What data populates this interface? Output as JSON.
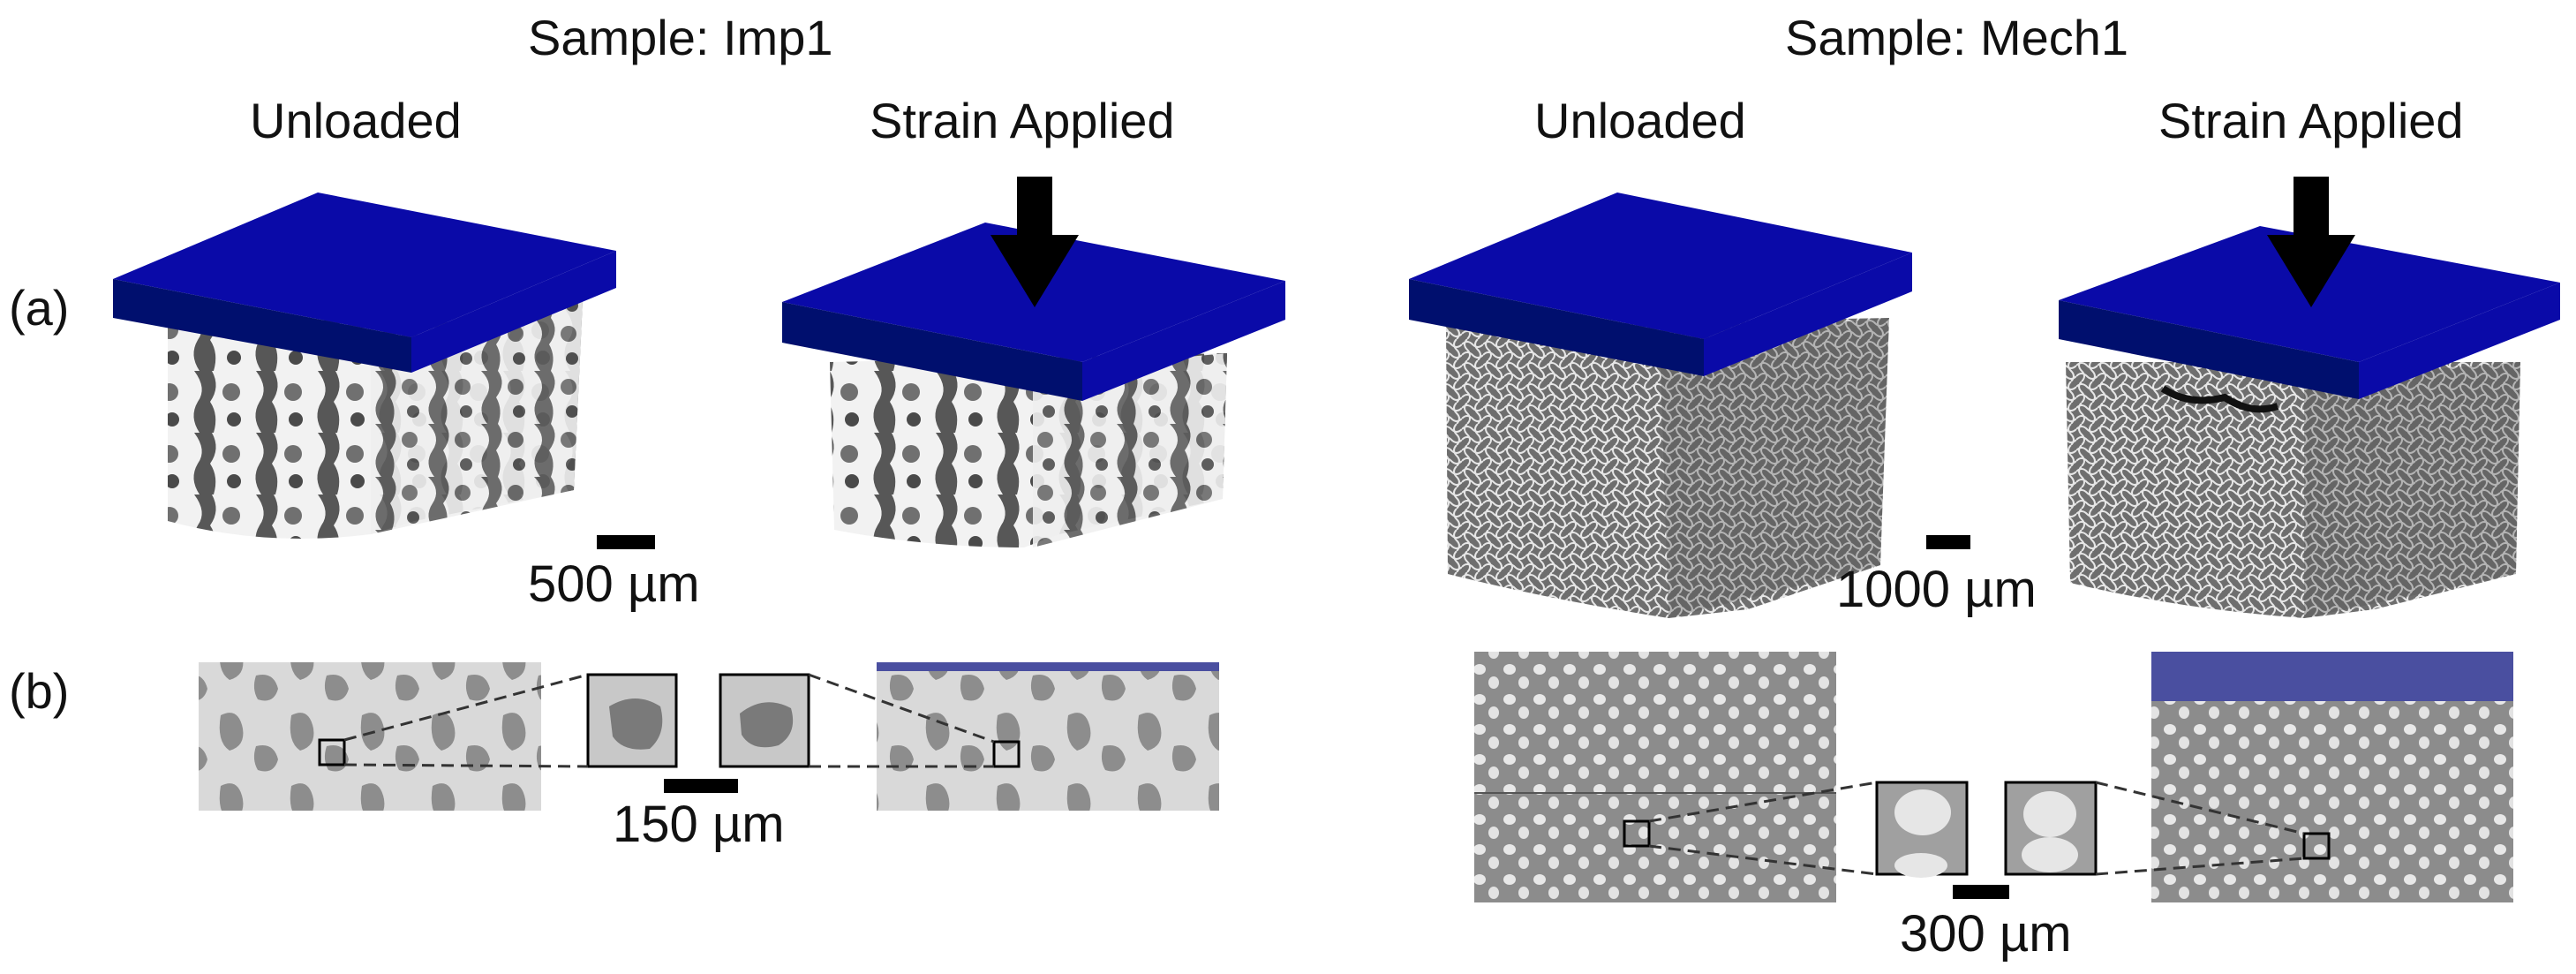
{
  "samples": {
    "left": {
      "title": "Sample: Imp1",
      "unloaded": "Unloaded",
      "strained": "Strain Applied"
    },
    "right": {
      "title": "Sample: Mech1",
      "unloaded": "Unloaded",
      "strained": "Strain Applied"
    }
  },
  "rows": {
    "a": "(a)",
    "b": "(b)"
  },
  "scale_bars": {
    "imp1_3d": "500 µm",
    "mech1_3d": "1000 µm",
    "imp1_slice": "150 µm",
    "mech1_slice": "300 µm"
  },
  "colors": {
    "platen_top": "#0a0aa8",
    "platen_side": "#000f6e",
    "slice_platen": "#4a4fa0",
    "slice_light": "#d9d9d9",
    "slice_dark": "#8d8d8d"
  }
}
